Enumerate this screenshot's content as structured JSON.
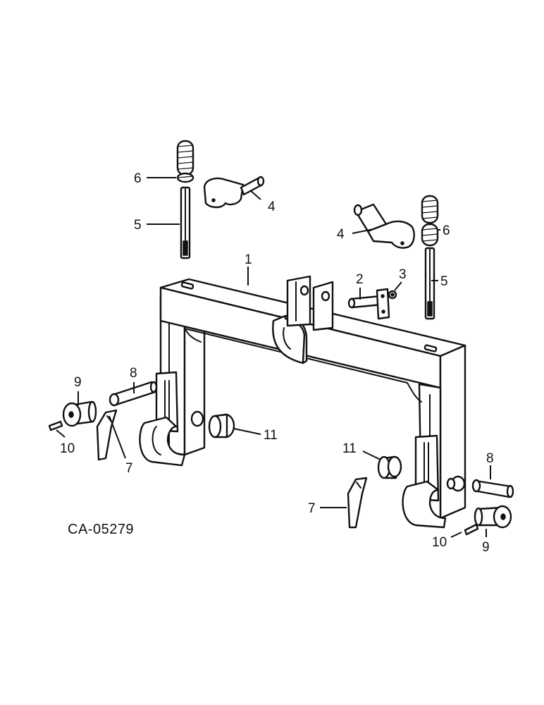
{
  "diagram": {
    "code": "CA-05279",
    "callouts": {
      "c1": "1",
      "c2": "2",
      "c3": "3",
      "c4a": "4",
      "c4b": "4",
      "c5a": "5",
      "c5b": "5",
      "c6a": "6",
      "c6b": "6",
      "c7a": "7",
      "c7b": "7",
      "c8a": "8",
      "c8b": "8",
      "c9a": "9",
      "c9b": "9",
      "c10a": "10",
      "c10b": "10",
      "c11a": "11",
      "c11b": "11"
    }
  }
}
